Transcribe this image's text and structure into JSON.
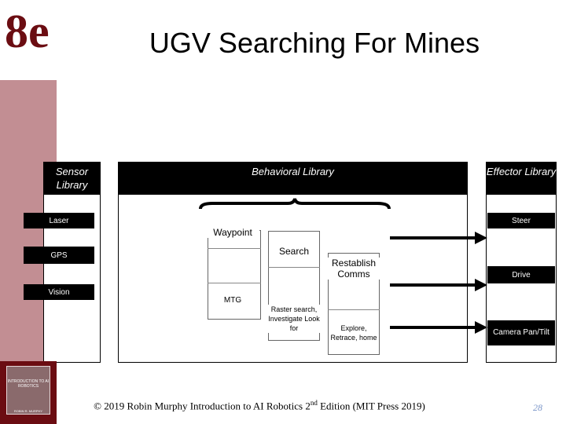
{
  "brand": {
    "logo": "8e"
  },
  "slide": {
    "title": "UGV Searching For Mines",
    "page_number": "28"
  },
  "sensor_library": {
    "header": "Sensor Library",
    "items": [
      "Laser",
      "GPS",
      "Vision"
    ]
  },
  "behavioral_library": {
    "header": "Behavioral Library",
    "waypoint": "Waypoint",
    "search": "Search",
    "restablish": "Restablish Comms",
    "mtg": "MTG",
    "raster": "Raster search, Investigate Look for",
    "explore": "Explore, Retrace, home"
  },
  "effector_library": {
    "header": "Effector Library",
    "items": [
      "Steer",
      "Drive",
      "Camera Pan/Tilt"
    ]
  },
  "book_cover": {
    "title": "INTRODUCTION TO AI ROBOTICS",
    "author": "ROBIN R. MURPHY"
  },
  "footer": {
    "text_before": "© 2019 Robin Murphy Introduction to AI Robotics 2",
    "superscript": "nd",
    "text_after": " Edition (MIT Press 2019)"
  },
  "colors": {
    "brand": "#6b0d12",
    "sidebar": "#c28e93",
    "page_number": "#7a95c8"
  }
}
